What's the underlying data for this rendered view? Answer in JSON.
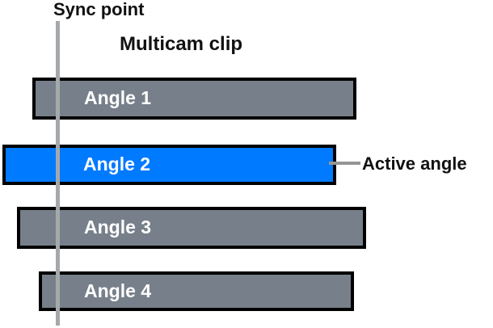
{
  "diagram": {
    "sync_point_label": "Sync point",
    "multicam_label": "Multicam clip",
    "active_angle_label": "Active angle",
    "angles": [
      {
        "label": "Angle 1",
        "state": "inactive"
      },
      {
        "label": "Angle 2",
        "state": "active"
      },
      {
        "label": "Angle 3",
        "state": "inactive"
      },
      {
        "label": "Angle 4",
        "state": "inactive"
      }
    ],
    "colors": {
      "active": "#007aff",
      "inactive": "#77808a",
      "bar_border": "#000000",
      "bar_text": "#ffffff",
      "sync_line": "#a5a9ab",
      "connector": "#969696",
      "caption_text": "#111112",
      "background": "#ffffff"
    }
  }
}
